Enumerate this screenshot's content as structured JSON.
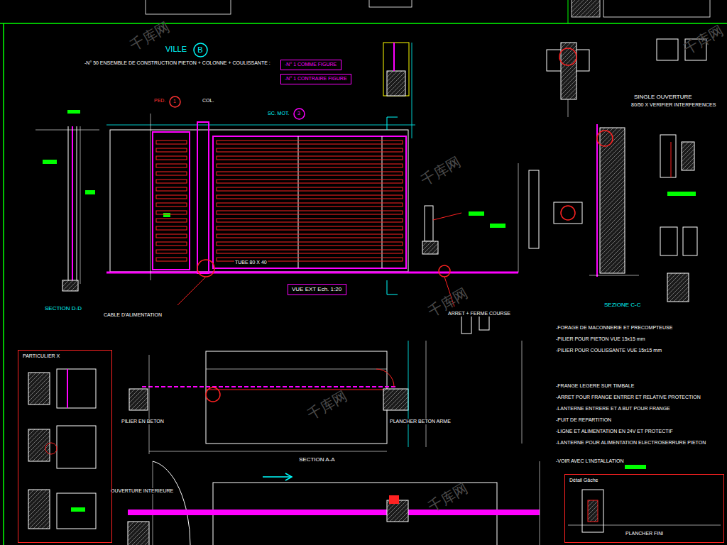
{
  "diagram": {
    "nodes": [
      {
        "text": [
          "B"
        ]
      },
      {
        "text": [
          "-N° 1 COMME FIGURE"
        ]
      },
      {
        "text": [
          "-N° 1 CONTRAIRE FIGURE"
        ]
      },
      {
        "text": [
          "1"
        ]
      },
      {
        "text": [
          "3"
        ]
      },
      {
        "text": [
          "VUE EXT Ech. 1:20"
        ]
      },
      {
        "text": [
          "PARTICULIER X"
        ]
      },
      {
        "text": [
          "Détail Gâche"
        ]
      }
    ],
    "labels": [
      "VILLE",
      "-N° 50 ENSEMBLE DE CONSTRUCTION PIETON + COLONNE + COULISSANTE :",
      "PED.",
      "COL.",
      "SC. MOT.",
      "SECTION D-D",
      "SEZIONE C-C",
      "SECTION A-A",
      "SINGLE OUVERTURE",
      "80/50 X VERIFIER INTERFERENCES",
      "OUVERTURE INTERIEURE",
      "ARRET + FERME COURSE",
      "-FORAGE DE MACONNERIE ET PRECOMPTEUSE",
      "-PILIER POUR PIETON VUE 15x15 mm",
      "-PILIER POUR COULISSANTE VUE 15x15 mm",
      "-FRANGE LEGERE SUR TIMBALE",
      "-ARRET POUR FRANGE ENTRER ET RELATIVE PROTECTION",
      "-LANTERNE ENTRERE ET A BUT POUR FRANGE",
      "-PUIT DE REPARTITION",
      "-LIGNE ET ALIMENTATION EN 24V ET PROTECTIF",
      "-LANTERNE POUR ALIMENTATION ELECTROSERRURE PIETON",
      "-VOIR AVEC L'INSTALLATION",
      "CABLE D'ALIMENTATION",
      "PLANCHER FINI",
      "PILIER EN BETON",
      "PLANCHER BETON ARME",
      "TUBE 80 X 40",
      "千库网",
      "千库网",
      "千库网",
      "千库网",
      "千库网",
      "千库网"
    ]
  }
}
